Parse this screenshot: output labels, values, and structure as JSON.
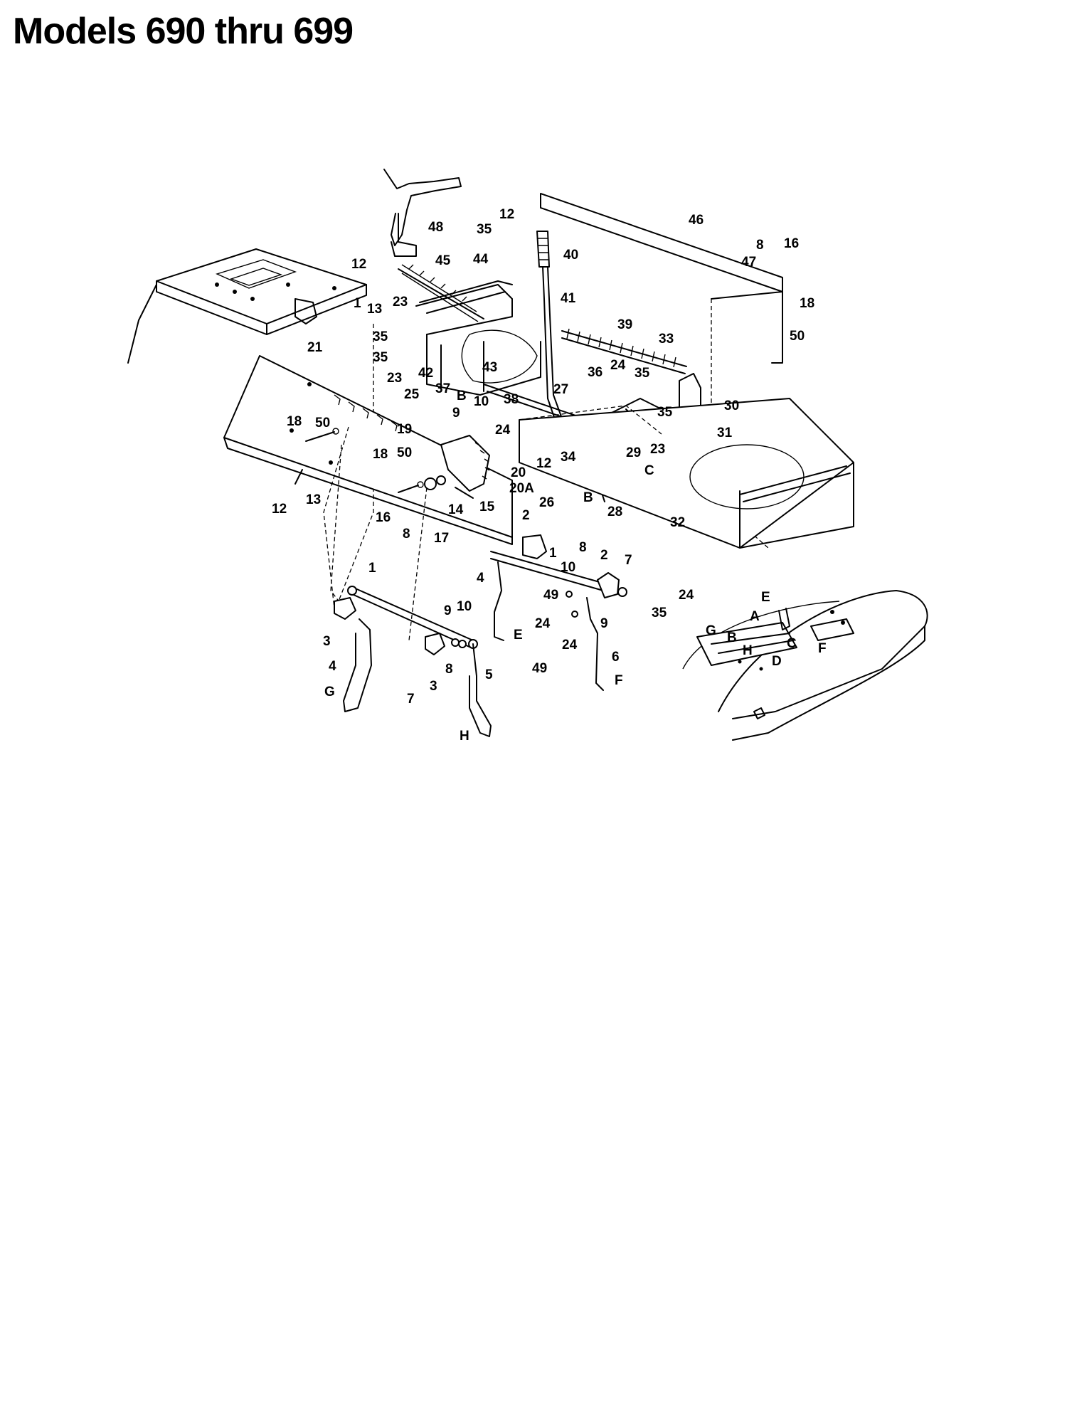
{
  "title": "Models 690 thru 699",
  "callouts": [
    {
      "id": "c48",
      "text": "48"
    },
    {
      "id": "c12a",
      "text": "12"
    },
    {
      "id": "c35a",
      "text": "35"
    },
    {
      "id": "c46",
      "text": "46"
    },
    {
      "id": "c8a",
      "text": "8"
    },
    {
      "id": "c16a",
      "text": "16"
    },
    {
      "id": "c47",
      "text": "47"
    },
    {
      "id": "c18a",
      "text": "18"
    },
    {
      "id": "c50a",
      "text": "50"
    },
    {
      "id": "c45",
      "text": "45"
    },
    {
      "id": "c44",
      "text": "44"
    },
    {
      "id": "c40",
      "text": "40"
    },
    {
      "id": "c41",
      "text": "41"
    },
    {
      "id": "c12b",
      "text": "12"
    },
    {
      "id": "c1a",
      "text": "1"
    },
    {
      "id": "c13a",
      "text": "13"
    },
    {
      "id": "c23a",
      "text": "23"
    },
    {
      "id": "c39",
      "text": "39"
    },
    {
      "id": "c33",
      "text": "33"
    },
    {
      "id": "c35b",
      "text": "35"
    },
    {
      "id": "c35c",
      "text": "35"
    },
    {
      "id": "c23b",
      "text": "23"
    },
    {
      "id": "c42",
      "text": "42"
    },
    {
      "id": "c43",
      "text": "43"
    },
    {
      "id": "c21",
      "text": "21"
    },
    {
      "id": "c37",
      "text": "37"
    },
    {
      "id": "cB1",
      "text": "B"
    },
    {
      "id": "c38",
      "text": "38"
    },
    {
      "id": "c36",
      "text": "36"
    },
    {
      "id": "c24a",
      "text": "24"
    },
    {
      "id": "c35d",
      "text": "35"
    },
    {
      "id": "c25",
      "text": "25"
    },
    {
      "id": "c10a",
      "text": "10"
    },
    {
      "id": "c27",
      "text": "27"
    },
    {
      "id": "c9a",
      "text": "9"
    },
    {
      "id": "c35e",
      "text": "35"
    },
    {
      "id": "c30",
      "text": "30"
    },
    {
      "id": "c18b",
      "text": "18"
    },
    {
      "id": "c50b",
      "text": "50"
    },
    {
      "id": "c19",
      "text": "19"
    },
    {
      "id": "c24b",
      "text": "24"
    },
    {
      "id": "c31",
      "text": "31"
    },
    {
      "id": "c23c",
      "text": "23"
    },
    {
      "id": "c29",
      "text": "29"
    },
    {
      "id": "c18c",
      "text": "18"
    },
    {
      "id": "c50c",
      "text": "50"
    },
    {
      "id": "c34",
      "text": "34"
    },
    {
      "id": "c12c",
      "text": "12"
    },
    {
      "id": "cC1",
      "text": "C"
    },
    {
      "id": "c20",
      "text": "20"
    },
    {
      "id": "c20A",
      "text": "20A"
    },
    {
      "id": "c12d",
      "text": "12"
    },
    {
      "id": "c13b",
      "text": "13"
    },
    {
      "id": "c14",
      "text": "14"
    },
    {
      "id": "c15",
      "text": "15"
    },
    {
      "id": "c26",
      "text": "26"
    },
    {
      "id": "cB2",
      "text": "B"
    },
    {
      "id": "c28",
      "text": "28"
    },
    {
      "id": "c16b",
      "text": "16"
    },
    {
      "id": "c32",
      "text": "32"
    },
    {
      "id": "c8b",
      "text": "8"
    },
    {
      "id": "c17",
      "text": "17"
    },
    {
      "id": "c2a",
      "text": "2"
    },
    {
      "id": "c1b",
      "text": "1"
    },
    {
      "id": "c8c",
      "text": "8"
    },
    {
      "id": "c2b",
      "text": "2"
    },
    {
      "id": "c7a",
      "text": "7"
    },
    {
      "id": "c10b",
      "text": "10"
    },
    {
      "id": "c4a",
      "text": "4"
    },
    {
      "id": "c1c",
      "text": "1"
    },
    {
      "id": "c49a",
      "text": "49"
    },
    {
      "id": "c24c",
      "text": "24"
    },
    {
      "id": "c9b",
      "text": "9"
    },
    {
      "id": "c24d",
      "text": "24"
    },
    {
      "id": "cE1",
      "text": "E"
    },
    {
      "id": "c9c",
      "text": "9"
    },
    {
      "id": "c10c",
      "text": "10"
    },
    {
      "id": "c49b",
      "text": "49"
    },
    {
      "id": "c6",
      "text": "6"
    },
    {
      "id": "cF1",
      "text": "F"
    },
    {
      "id": "c3a",
      "text": "3"
    },
    {
      "id": "c4b",
      "text": "4"
    },
    {
      "id": "cG1",
      "text": "G"
    },
    {
      "id": "c8d",
      "text": "8"
    },
    {
      "id": "c7b",
      "text": "7"
    },
    {
      "id": "c3b",
      "text": "3"
    },
    {
      "id": "c5",
      "text": "5"
    },
    {
      "id": "cH1",
      "text": "H"
    },
    {
      "id": "c24e",
      "text": "24"
    },
    {
      "id": "c35f",
      "text": "35"
    },
    {
      "id": "cE2",
      "text": "E"
    },
    {
      "id": "cA",
      "text": "A"
    },
    {
      "id": "cG2",
      "text": "G"
    },
    {
      "id": "cB3",
      "text": "B"
    },
    {
      "id": "cC2",
      "text": "C"
    },
    {
      "id": "cH2",
      "text": "H"
    },
    {
      "id": "cD",
      "text": "D"
    },
    {
      "id": "cF2",
      "text": "F"
    }
  ]
}
